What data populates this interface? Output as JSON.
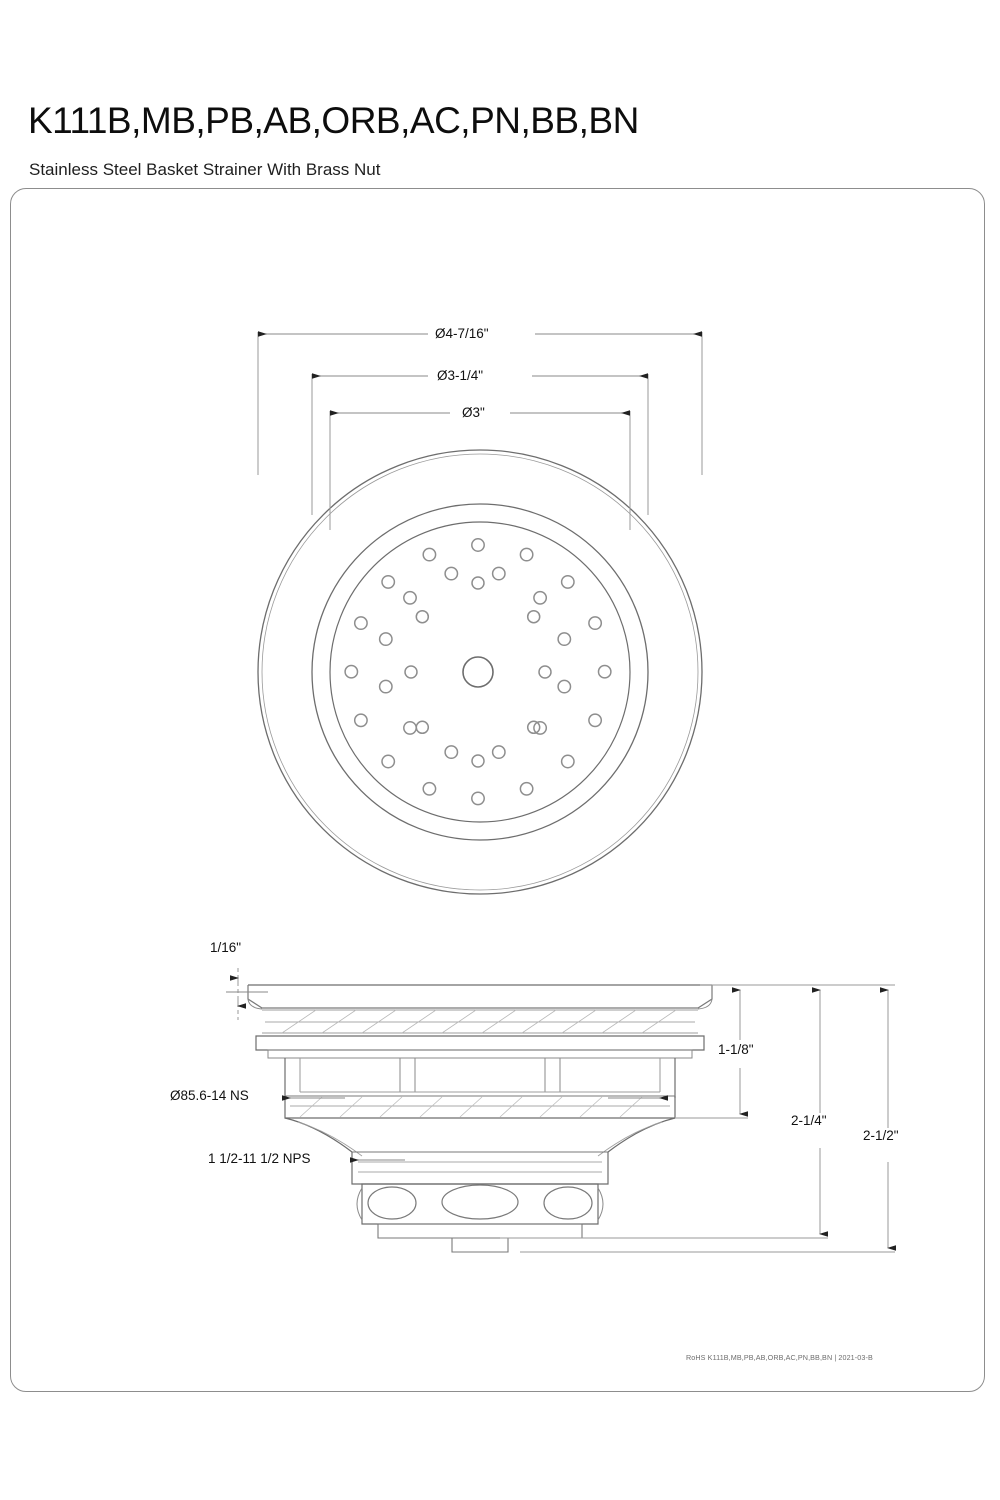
{
  "document": {
    "title": "K111B,MB,PB,AB,ORB,AC,PN,BB,BN",
    "subtitle": "Stainless Steel Basket Strainer With Brass Nut",
    "footer_note": "RoHS K111B,MB,PB,AB,ORB,AC,PN,BB,BN | 2021-03-B"
  },
  "dimensions": {
    "outer_diameter": "Ø4-7/16\"",
    "middle_diameter": "Ø3-1/4\"",
    "inner_diameter": "Ø3\"",
    "rim_thickness": "1/16\"",
    "thread_nut": "Ø85.6-14 NS",
    "thread_tailpiece": "1 1/2-11 1/2 NPS",
    "flange_height": "1-1/8\"",
    "body_height": "2-1/4\"",
    "overall_height": "2-1/2\""
  },
  "views": {
    "top_view_label": "top-view-strainer-face",
    "section_view_label": "section-view-strainer-body"
  },
  "style": {
    "line_color": "#5a5a5a",
    "dim_line_color": "#8a8a8a",
    "text_color": "#111111",
    "border_color": "#8d8d8d",
    "background": "#ffffff"
  }
}
